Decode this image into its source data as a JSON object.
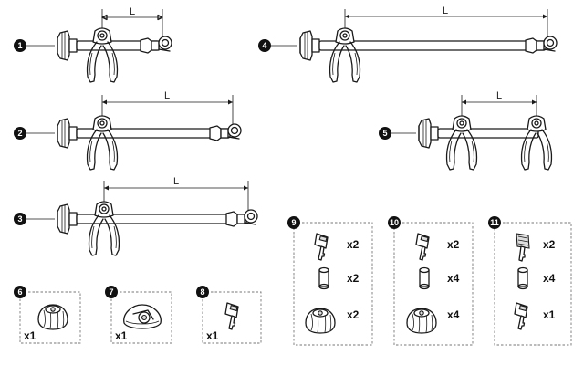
{
  "colors": {
    "ink": "#1a1a1a",
    "badge": "#111111",
    "box": "#777777",
    "paper": "#ffffff"
  },
  "dimension_label": "L",
  "arms": [
    {
      "number": "1"
    },
    {
      "number": "2"
    },
    {
      "number": "3"
    },
    {
      "number": "4"
    },
    {
      "number": "5"
    }
  ],
  "parts": [
    {
      "number": "6",
      "icon": "knob-icon",
      "qty": "x1"
    },
    {
      "number": "7",
      "icon": "triangular-knob-icon",
      "qty": "x1"
    },
    {
      "number": "8",
      "icon": "key-icon",
      "qty": "x1"
    },
    {
      "number": "9",
      "items": [
        {
          "icon": "key-icon",
          "qty": "x2"
        },
        {
          "icon": "lock-cylinder-icon",
          "qty": "x2"
        },
        {
          "icon": "knob-icon",
          "qty": "x2"
        }
      ]
    },
    {
      "number": "10",
      "items": [
        {
          "icon": "key-icon",
          "qty": "x2"
        },
        {
          "icon": "lock-cylinder-icon",
          "qty": "x4"
        },
        {
          "icon": "knob-icon",
          "qty": "x4"
        }
      ]
    },
    {
      "number": "11",
      "items": [
        {
          "icon": "key-large-icon",
          "qty": "x2"
        },
        {
          "icon": "lock-cylinder-icon",
          "qty": "x4"
        },
        {
          "icon": "key-icon",
          "qty": "x1"
        }
      ]
    }
  ]
}
